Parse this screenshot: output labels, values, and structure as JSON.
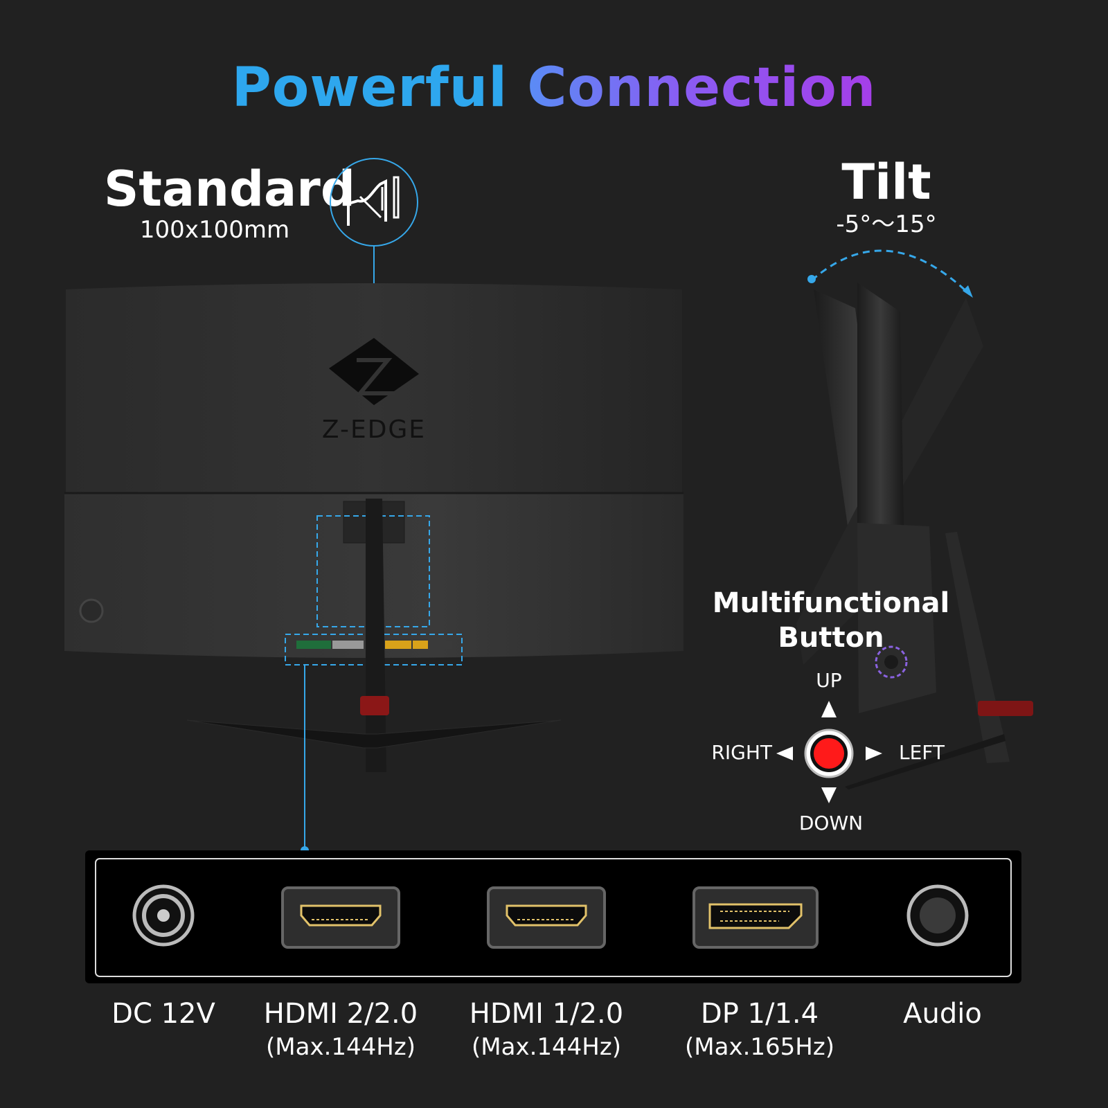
{
  "header": {
    "title_part1": "Powerful",
    "title_part2": "Connection"
  },
  "vesa": {
    "title": "Standard",
    "size": "100x100mm",
    "icon": "wall-mount-icon"
  },
  "tilt": {
    "title": "Tilt",
    "range": "-5°〜15°"
  },
  "monitor": {
    "brand": "Z-EDGE"
  },
  "button": {
    "title_line1": "Multifunctional",
    "title_line2": "Button",
    "up": "UP",
    "down": "DOWN",
    "left": "LEFT",
    "right": "RIGHT",
    "color": "#ff1a1a"
  },
  "ports": [
    {
      "name": "DC 12V",
      "spec": "",
      "icon": "dc-power-port-icon"
    },
    {
      "name": "HDMI 2/2.0",
      "spec": "(Max.144Hz)",
      "icon": "hdmi-port-icon"
    },
    {
      "name": "HDMI 1/2.0",
      "spec": "(Max.144Hz)",
      "icon": "hdmi-port-icon"
    },
    {
      "name": "DP 1/1.4",
      "spec": "(Max.165Hz)",
      "icon": "displayport-icon"
    },
    {
      "name": "Audio",
      "spec": "",
      "icon": "audio-jack-icon"
    }
  ],
  "colors": {
    "accent_blue": "#2ea7ee",
    "accent_purple": "#a53ee8",
    "background": "#212121"
  }
}
